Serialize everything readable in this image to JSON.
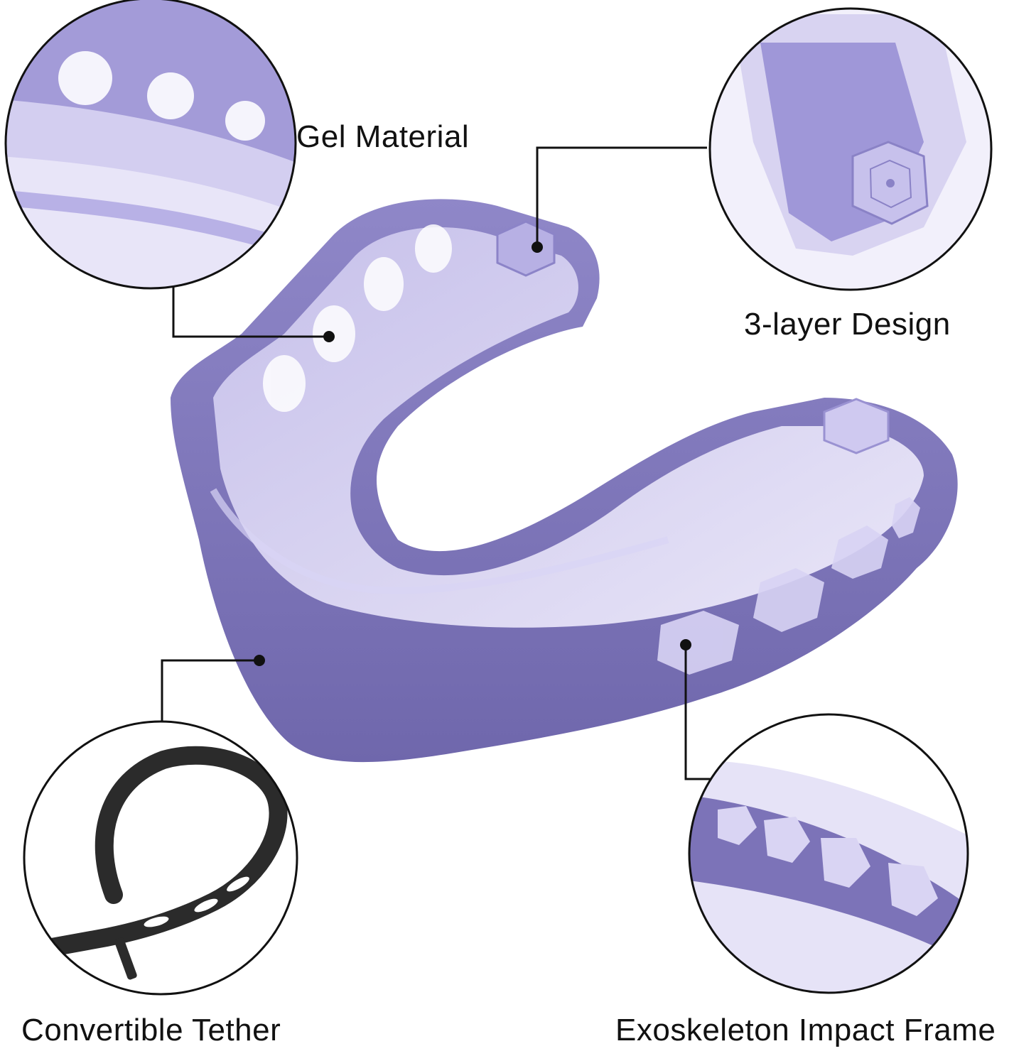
{
  "product": {
    "colors": {
      "background": "#ffffff",
      "guard_purple": "#7c73b8",
      "guard_dark": "#6a62a6",
      "guard_light": "#b4aee0",
      "guard_clear": "#dcd8f4",
      "tether_black": "#2b2b2b",
      "callout_line": "#111111"
    }
  },
  "callouts": {
    "gel_material": "Gel Material",
    "three_layer_design": "3-layer Design",
    "convertible_tether": "Convertible Tether",
    "exoskeleton_frame": "Exoskeleton Impact Frame"
  }
}
